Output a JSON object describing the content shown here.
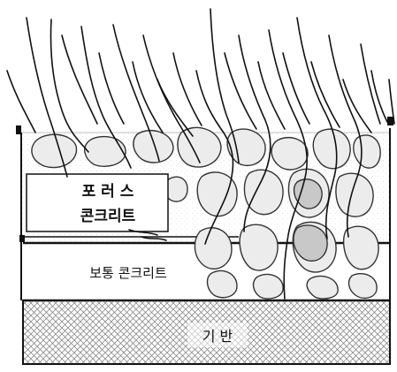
{
  "labels": {
    "porous_line1": "포 러 스",
    "porous_line2": "콘크리트",
    "normal_concrete": "보통 콘크리트",
    "base": "기 반"
  },
  "colors": {
    "ink": "#111111",
    "aggregate_fill": "#ececec",
    "aggregate_dark": "#c8c8c8",
    "hatch": "#7a7a7a"
  }
}
